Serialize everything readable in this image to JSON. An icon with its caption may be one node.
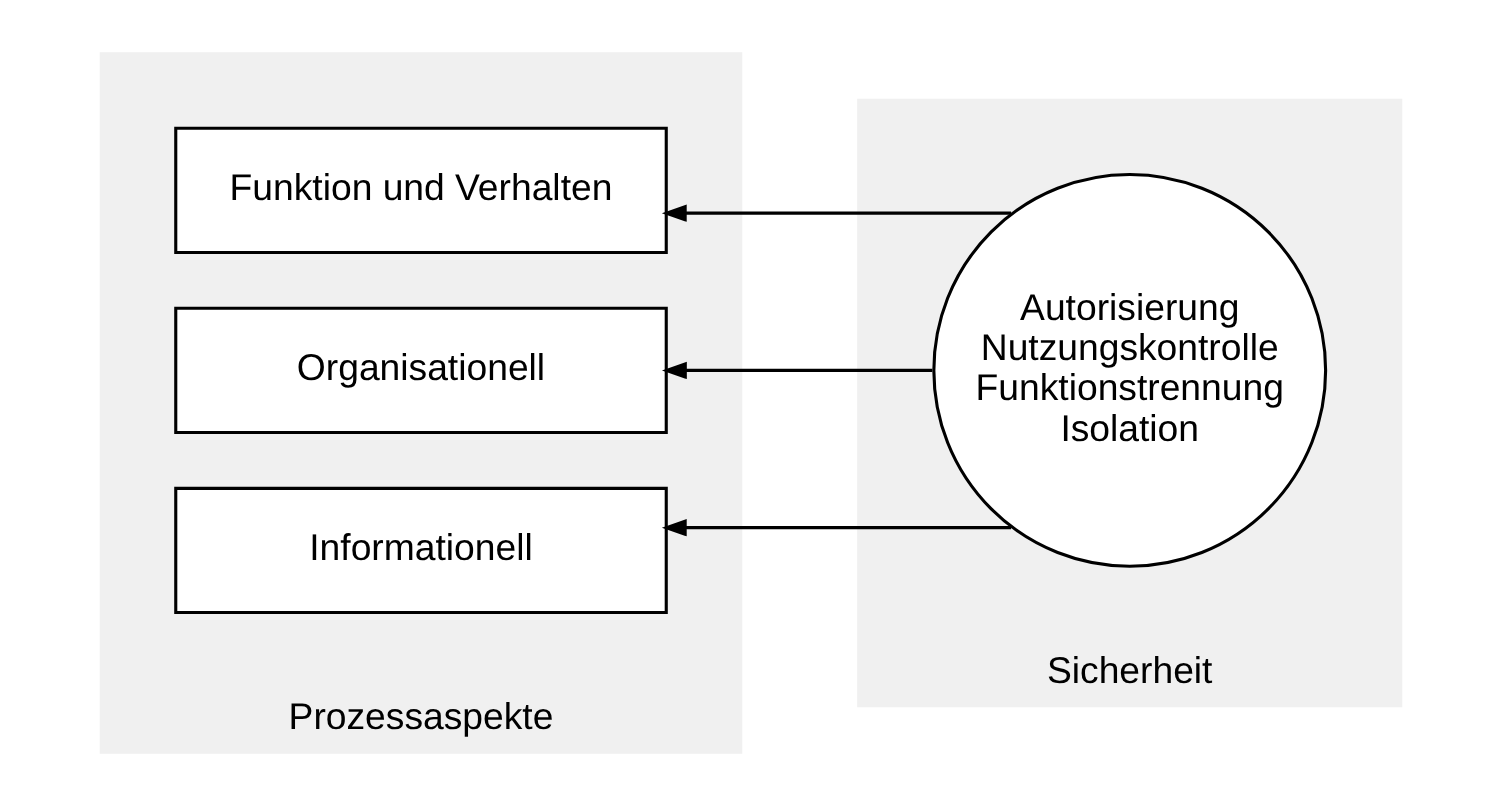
{
  "diagram": {
    "nodes": [
      {
        "text": [
          "Prozessaspekte"
        ]
      },
      {
        "text": [
          "Funktion und Verhalten"
        ],
        "in": 0
      },
      {
        "text": [
          "Organisationell"
        ],
        "in": 0
      },
      {
        "text": [
          "Informationell"
        ],
        "in": 0
      },
      {
        "text": [
          "Sicherheit"
        ]
      },
      {
        "text": [
          "Autorisierung",
          "Nutzungskontrolle",
          "Funktionstrennung",
          "Isolation"
        ],
        "in": 4
      }
    ],
    "edges": [
      {
        "from": 5,
        "to": 1,
        "arrow": "to"
      },
      {
        "from": 5,
        "to": 2,
        "arrow": "to"
      },
      {
        "from": 5,
        "to": 3,
        "arrow": "to"
      }
    ]
  }
}
